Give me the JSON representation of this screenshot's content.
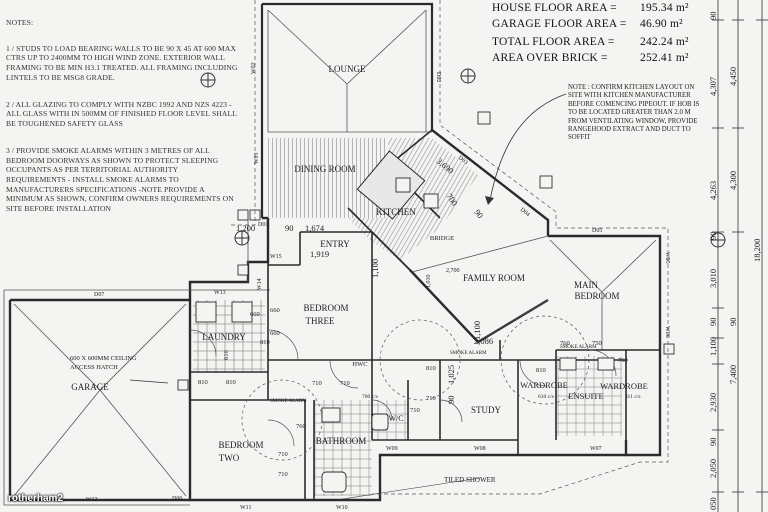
{
  "notes": {
    "heading": "NOTES:",
    "items": [
      "1 / STUDS TO LOAD BEARING WALLS TO BE 90 X 45 AT 600 MAX CTRS UP TO 2400MM TO HIGH WIND ZONE. EXTERIOR WALL FRAMING TO BE MIN H3.1 TREATED. ALL FRAMING INCLUDING LINTELS TO BE MSG8 GRADE.",
      "2 / ALL GLAZING TO COMPLY WITH NZBC 1992 AND NZS 4223 - ALL GLASS WITH IN 500MM OF FINISHED FLOOR LEVEL SHALL BE TOUGHENED SAFETY GLASS",
      "3 / PROVIDE SMOKE ALARMS WITHIN 3 METRES OF ALL BEDROOM DOORWAYS AS SHOWN TO PROTECT SLEEPING OCCUPANTS AS PER TERRITORIAL AUTHORITY REQUIREMENTS - INSTALL SMOKE ALARMS TO MANUFACTURERS SPECIFICATIONS -NOTE PROVIDE A MINIMUM AS SHOWN, CONFIRM OWNERS REQUIREMENTS ON SITE BEFORE INSTALLATION"
    ]
  },
  "areas": [
    {
      "label": "HOUSE FLOOR AREA =",
      "value": "195.34 m²"
    },
    {
      "label": "GARAGE FLOOR AREA =",
      "value": "46.90 m²"
    },
    {
      "label": "TOTAL FLOOR AREA =",
      "value": "242.24 m²"
    },
    {
      "label": "AREA OVER BRICK =",
      "value": "252.41 m²"
    }
  ],
  "kitchen_note": "NOTE : CONFIRM KITCHEN LAYOUT ON SITE WITH KITCHEN MANUFACTURER BEFORE COMENCING PIPEOUT. IF HOB IS TO BE LOCATED GREATER THAN 2.0 M FROM VENTILATING WINDOW, PROVIDE RANGEHOOD EXTRACT AND DUCT TO SOFFIT",
  "rooms": {
    "lounge": "LOUNGE",
    "dining": "DINING ROOM",
    "kitchen": "KITCHEN",
    "bridge": "BRIDGE",
    "entry": "ENTRY",
    "family": "FAMILY ROOM",
    "main_bed_1": "MAIN",
    "main_bed_2": "BEDROOM",
    "bed3_1": "BEDROOM",
    "bed3_2": "THREE",
    "laundry": "LAUNDRY",
    "garage": "GARAGE",
    "bed2_1": "BEDROOM",
    "bed2_2": "TWO",
    "bathroom": "BATHROOM",
    "wc": "W/C",
    "study": "STUDY",
    "wardrobe_left": "WARDROBE",
    "wardrobe_right": "WARDROBE",
    "ensuite": "ENSUITE",
    "hwc": "HWC"
  },
  "labels": {
    "ceiling_hatch_1": "600 X 600MM CEILING",
    "ceiling_hatch_2": "ACCESS HATCH",
    "tiled_shower": "TILED SHOWER",
    "smoke_alarm_1": "SMOKE ALARM",
    "smoke_alarm_2": "SMOKE ALARM",
    "smoke_alarm_3": "SMOKE ALARM"
  },
  "windows": {
    "w02": "W02",
    "d02": "D02",
    "w01": "W01",
    "d03": "D03",
    "d04": "D04",
    "d05": "D05",
    "w05": "W05",
    "w06": "W06",
    "w07": "W07",
    "w08": "W08",
    "w09": "W09",
    "w10": "W10",
    "w11": "W11",
    "w12": "W12",
    "w13": "W13",
    "w14": "W14",
    "w15": "W15",
    "d06": "D06",
    "d07": "D07",
    "d01": "D01"
  },
  "dims": {
    "d1200": "1,200",
    "d90a": "90",
    "d1674": "1,674",
    "d1919": "1,919",
    "d3690": "3,690",
    "d700": "700",
    "d90b": "90",
    "d1100a": "1,100",
    "d1100b": "1,100",
    "d2086": "2,086",
    "d1025": "1,025",
    "d90c": "90",
    "d2700": "2,700",
    "d1010": "1,010",
    "d810a": "810",
    "d810b": "810",
    "d810c": "810",
    "d810d": "810",
    "d810e": "810",
    "d710a": "710",
    "d710b": "710",
    "d710c": "710",
    "d710d": "710",
    "d710e": "710",
    "d710f": "710",
    "d660a": "660",
    "d660b": "660",
    "d660c": "660",
    "d760a": "760",
    "d760b": "760",
    "d760c": "760",
    "d750": "750",
    "d610": "610",
    "d760cs": "760 c/s",
    "d610cs": "610 c/s",
    "d610cs2": "6/1 c/s"
  },
  "right_dims": {
    "v90a": "90",
    "v4307": "4,307",
    "v4450": "4,450",
    "v4263": "4,263",
    "v4300": "4,300",
    "v90b": "90",
    "v3010": "3,010",
    "v90c": "90",
    "v18200": "18,200",
    "v90d": "90",
    "v1100": "1,100",
    "v7400": "7,400",
    "v2930": "2,930",
    "v90e": "90",
    "v2050": "2,050",
    "v050": "050"
  },
  "watermark": "rotherham2",
  "colors": {
    "line": "#2b2b2b",
    "hatch": "#9a9a9a",
    "tile": "#7a7a7a",
    "paper": "#f4f4f2"
  }
}
